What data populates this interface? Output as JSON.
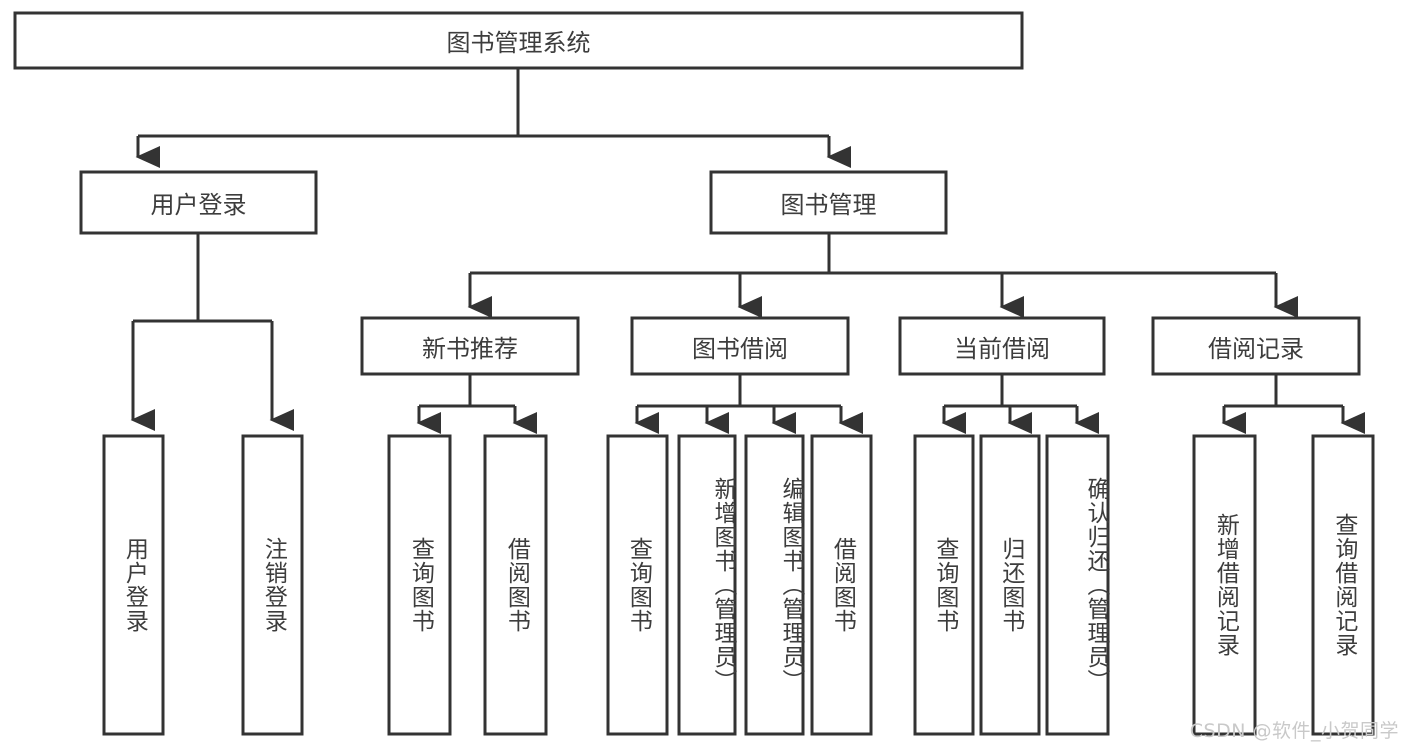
{
  "diagram": {
    "title": "图书管理系统",
    "watermark": "CSDN @软件_小贺同学",
    "accent_color": "#333333",
    "text_color": "#3d3d3d",
    "background_color": "#ffffff",
    "nodes": {
      "root": {
        "label": "图书管理系统"
      },
      "level2": [
        {
          "id": "user-login",
          "label": "用户登录"
        },
        {
          "id": "book-management",
          "label": "图书管理"
        }
      ],
      "level3": [
        {
          "id": "new-book-recommend",
          "label": "新书推荐"
        },
        {
          "id": "book-borrow",
          "label": "图书借阅"
        },
        {
          "id": "current-borrow",
          "label": "当前借阅"
        },
        {
          "id": "borrow-record",
          "label": "借阅记录"
        }
      ],
      "leaves": {
        "user-login": [
          {
            "id": "leaf-user-login",
            "label": "用户登录"
          },
          {
            "id": "leaf-logout-login",
            "label": "注销登录"
          }
        ],
        "new-book-recommend": [
          {
            "id": "leaf-query-book-1",
            "label": "查询图书"
          },
          {
            "id": "leaf-borrow-book-1",
            "label": "借阅图书"
          }
        ],
        "book-borrow": [
          {
            "id": "leaf-query-book-2",
            "label": "查询图书"
          },
          {
            "id": "leaf-add-book",
            "label": "新增图书（管理员）"
          },
          {
            "id": "leaf-edit-book",
            "label": "编辑图书（管理员）"
          },
          {
            "id": "leaf-borrow-book-2",
            "label": "借阅图书"
          }
        ],
        "current-borrow": [
          {
            "id": "leaf-query-book-3",
            "label": "查询图书"
          },
          {
            "id": "leaf-return-book",
            "label": "归还图书"
          },
          {
            "id": "leaf-confirm-return",
            "label": "确认归还（管理员）"
          }
        ],
        "borrow-record": [
          {
            "id": "leaf-add-record",
            "label": "新增借阅记录"
          },
          {
            "id": "leaf-query-record",
            "label": "查询借阅记录"
          }
        ]
      }
    }
  }
}
